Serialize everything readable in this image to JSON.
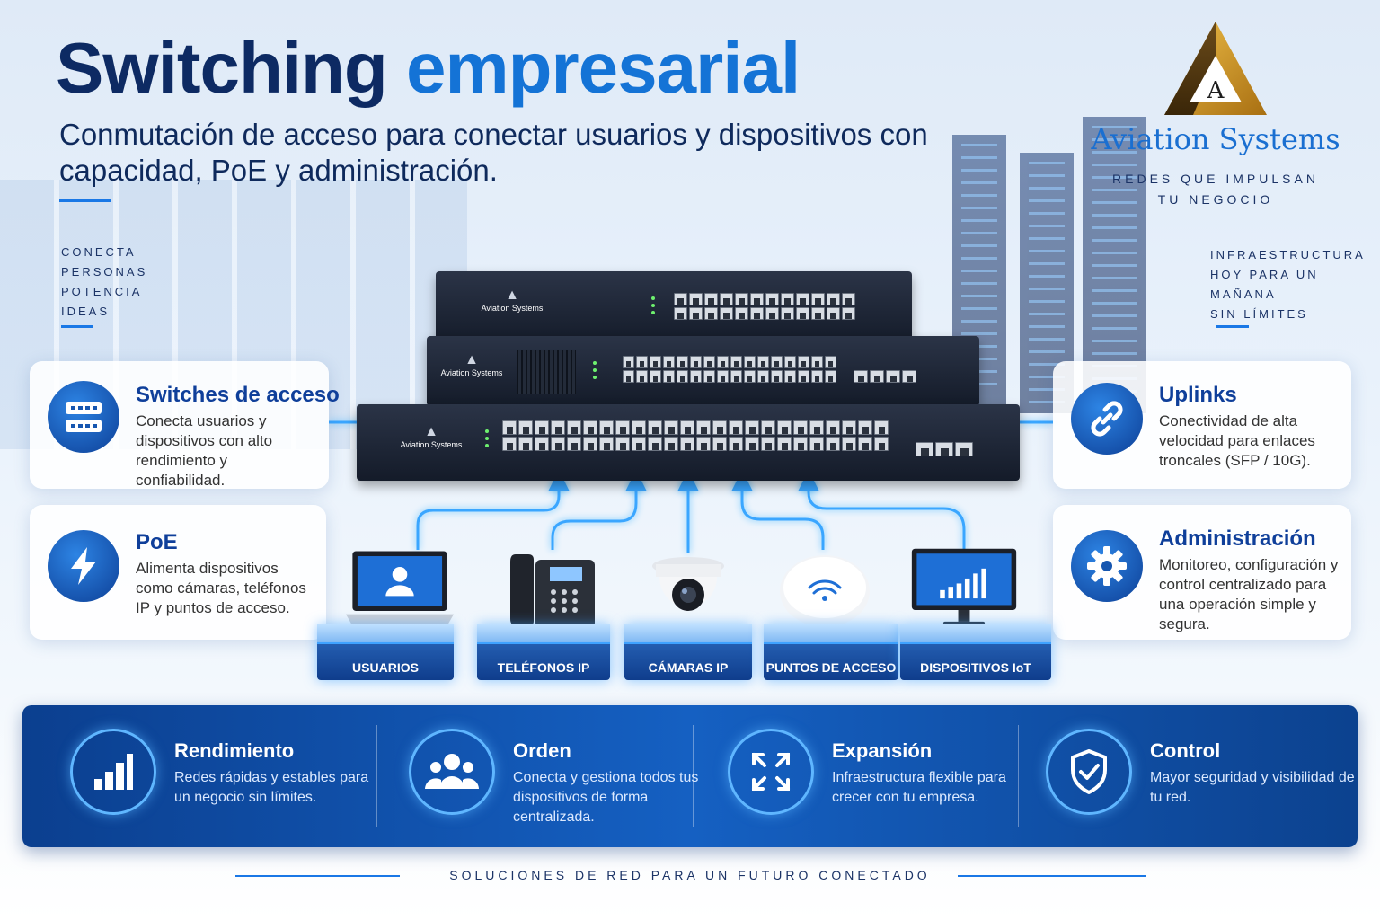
{
  "header": {
    "title_part1": "Switching",
    "title_part2": "empresarial",
    "subtitle": "Conmutación de acceso para conectar usuarios y dispositivos con capacidad, PoE y administración."
  },
  "tagline_left": [
    "CONECTA",
    "PERSONAS",
    "POTENCIA",
    "IDEAS"
  ],
  "tagline_right": [
    "INFRAESTRUCTURA",
    "HOY PARA UN",
    "MAÑANA",
    "SIN LÍMITES"
  ],
  "logo": {
    "letter": "A",
    "name": "Aviation Systems",
    "tagline_line1": "REDES QUE IMPULSAN",
    "tagline_line2": "TU NEGOCIO"
  },
  "switch_brand": "Aviation Systems",
  "left_cards": [
    {
      "title": "Switches de acceso",
      "text": "Conecta usuarios y dispositivos con alto rendimiento y confiabilidad.",
      "icon": "switch-icon"
    },
    {
      "title": "PoE",
      "text": "Alimenta dispositivos como cámaras, teléfonos IP y puntos de acceso.",
      "icon": "lightning-icon"
    }
  ],
  "right_cards": [
    {
      "title": "Uplinks",
      "text": "Conectividad de alta velocidad para enlaces troncales (SFP / 10G).",
      "icon": "link-icon"
    },
    {
      "title": "Administración",
      "text": "Monitoreo, configuración y control centralizado para una operación simple y segura.",
      "icon": "gear-icon"
    }
  ],
  "devices": [
    {
      "label": "USUARIOS",
      "icon": "laptop-user-icon"
    },
    {
      "label": "TELÉFONOS IP",
      "icon": "ip-phone-icon"
    },
    {
      "label": "CÁMARAS IP",
      "icon": "dome-camera-icon"
    },
    {
      "label": "PUNTOS DE ACCESO",
      "icon": "access-point-icon"
    },
    {
      "label": "DISPOSITIVOS IoT",
      "icon": "monitor-chart-icon"
    }
  ],
  "benefits": [
    {
      "title": "Rendimiento",
      "text": "Redes rápidas y estables para un negocio sin límites.",
      "icon": "bar-chart-icon"
    },
    {
      "title": "Orden",
      "text": "Conecta y gestiona todos tus dispositivos de forma centralizada.",
      "icon": "people-icon"
    },
    {
      "title": "Expansión",
      "text": "Infraestructura flexible para crecer con tu empresa.",
      "icon": "expand-arrows-icon"
    },
    {
      "title": "Control",
      "text": "Mayor seguridad y visibilidad de tu red.",
      "icon": "shield-check-icon"
    }
  ],
  "footer": "SOLUCIONES DE RED PARA UN FUTURO CONECTADO",
  "colors": {
    "navy": "#0d2a63",
    "blue": "#1473d6",
    "gold": "#c8951e"
  }
}
